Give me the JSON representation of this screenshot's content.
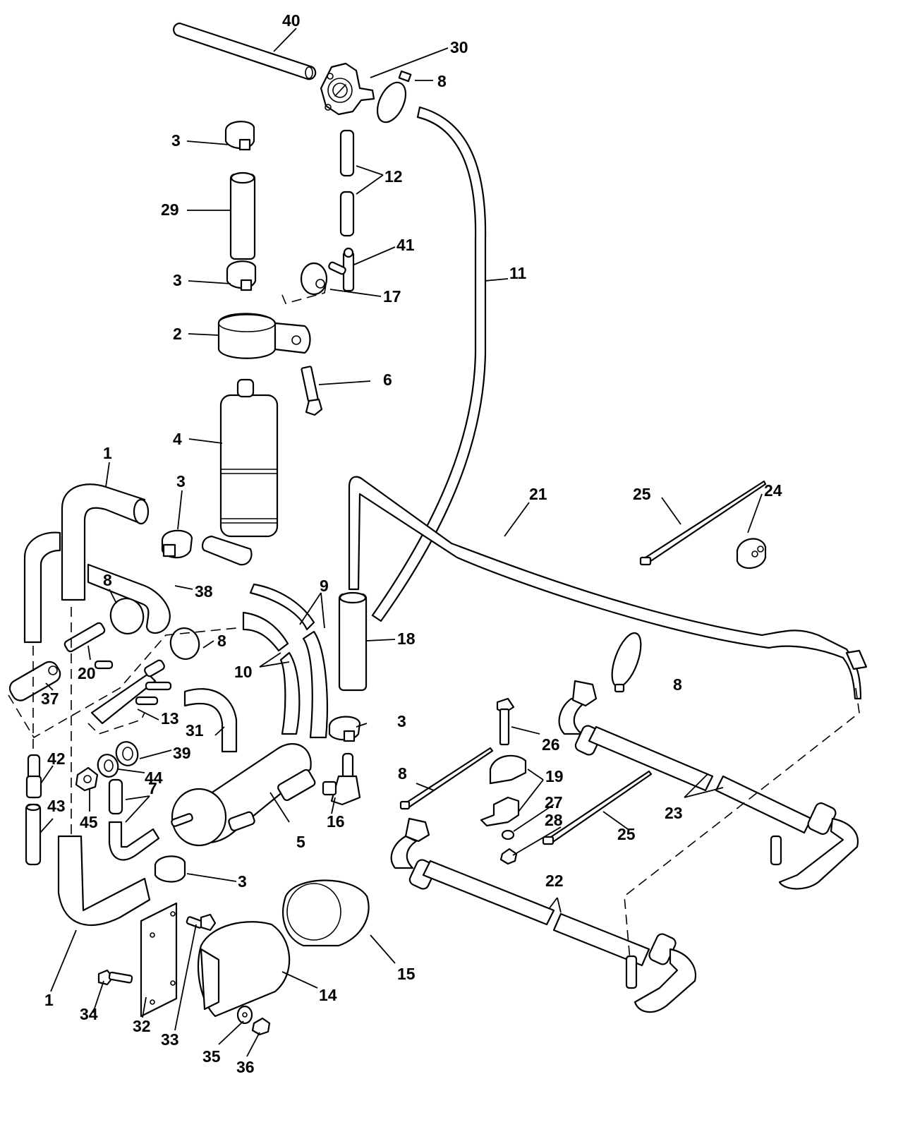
{
  "diagram": {
    "type": "exploded-parts-diagram",
    "subject": "fuel filter and fuel line assembly",
    "callouts": [
      {
        "id": "c40",
        "number": "40",
        "part": "hose"
      },
      {
        "id": "c30",
        "number": "30",
        "part": "fuel valve"
      },
      {
        "id": "c8a",
        "number": "8",
        "part": "strap"
      },
      {
        "id": "c3a",
        "number": "3",
        "part": "hose clamp"
      },
      {
        "id": "c12",
        "number": "12",
        "part": "hose"
      },
      {
        "id": "c29",
        "number": "29",
        "part": "hose"
      },
      {
        "id": "c41",
        "number": "41",
        "part": "tee fitting"
      },
      {
        "id": "c3b",
        "number": "3",
        "part": "hose clamp"
      },
      {
        "id": "c17",
        "number": "17",
        "part": "grommet"
      },
      {
        "id": "c11",
        "number": "11",
        "part": "hose"
      },
      {
        "id": "c2",
        "number": "2",
        "part": "bracket"
      },
      {
        "id": "c6",
        "number": "6",
        "part": "screw"
      },
      {
        "id": "c4",
        "number": "4",
        "part": "fuel filter"
      },
      {
        "id": "c1a",
        "number": "1",
        "part": "hose"
      },
      {
        "id": "c3c",
        "number": "3",
        "part": "hose clamp"
      },
      {
        "id": "c21",
        "number": "21",
        "part": "fuel line"
      },
      {
        "id": "c25a",
        "number": "25",
        "part": "tie strap"
      },
      {
        "id": "c24",
        "number": "24",
        "part": "grommet"
      },
      {
        "id": "c8b",
        "number": "8",
        "part": "strap"
      },
      {
        "id": "c38",
        "number": "38",
        "part": "hose"
      },
      {
        "id": "c9",
        "number": "9",
        "part": "hose"
      },
      {
        "id": "c18",
        "number": "18",
        "part": "hose"
      },
      {
        "id": "c20",
        "number": "20",
        "part": "fitting"
      },
      {
        "id": "c8c",
        "number": "8",
        "part": "strap"
      },
      {
        "id": "c10",
        "number": "10",
        "part": "hose"
      },
      {
        "id": "c8d",
        "number": "8",
        "part": "strap"
      },
      {
        "id": "c37",
        "number": "37",
        "part": "hose"
      },
      {
        "id": "c13",
        "number": "13",
        "part": "fitting"
      },
      {
        "id": "c31",
        "number": "31",
        "part": "hose"
      },
      {
        "id": "c3d",
        "number": "3",
        "part": "hose clamp"
      },
      {
        "id": "c26",
        "number": "26",
        "part": "screw"
      },
      {
        "id": "c42",
        "number": "42",
        "part": "fitting"
      },
      {
        "id": "c39",
        "number": "39",
        "part": "washer"
      },
      {
        "id": "c44",
        "number": "44",
        "part": "washer"
      },
      {
        "id": "c8e",
        "number": "8",
        "part": "strap"
      },
      {
        "id": "c19",
        "number": "19",
        "part": "clamp"
      },
      {
        "id": "c7",
        "number": "7",
        "part": "hose"
      },
      {
        "id": "c27",
        "number": "27",
        "part": "washer"
      },
      {
        "id": "c28",
        "number": "28",
        "part": "nut"
      },
      {
        "id": "c23",
        "number": "23",
        "part": "fuel line"
      },
      {
        "id": "c45",
        "number": "45",
        "part": "nut"
      },
      {
        "id": "c16",
        "number": "16",
        "part": "elbow fitting"
      },
      {
        "id": "c5",
        "number": "5",
        "part": "fuel filter"
      },
      {
        "id": "c25b",
        "number": "25",
        "part": "tie strap"
      },
      {
        "id": "c43",
        "number": "43",
        "part": "hose"
      },
      {
        "id": "c3e",
        "number": "3",
        "part": "hose clamp"
      },
      {
        "id": "c22",
        "number": "22",
        "part": "fuel line"
      },
      {
        "id": "c15",
        "number": "15",
        "part": "grommet"
      },
      {
        "id": "c14",
        "number": "14",
        "part": "bracket"
      },
      {
        "id": "c1b",
        "number": "1",
        "part": "hose"
      },
      {
        "id": "c34",
        "number": "34",
        "part": "screw"
      },
      {
        "id": "c32",
        "number": "32",
        "part": "plate"
      },
      {
        "id": "c33",
        "number": "33",
        "part": "screw"
      },
      {
        "id": "c35",
        "number": "35",
        "part": "washer"
      },
      {
        "id": "c36",
        "number": "36",
        "part": "nut"
      }
    ]
  }
}
